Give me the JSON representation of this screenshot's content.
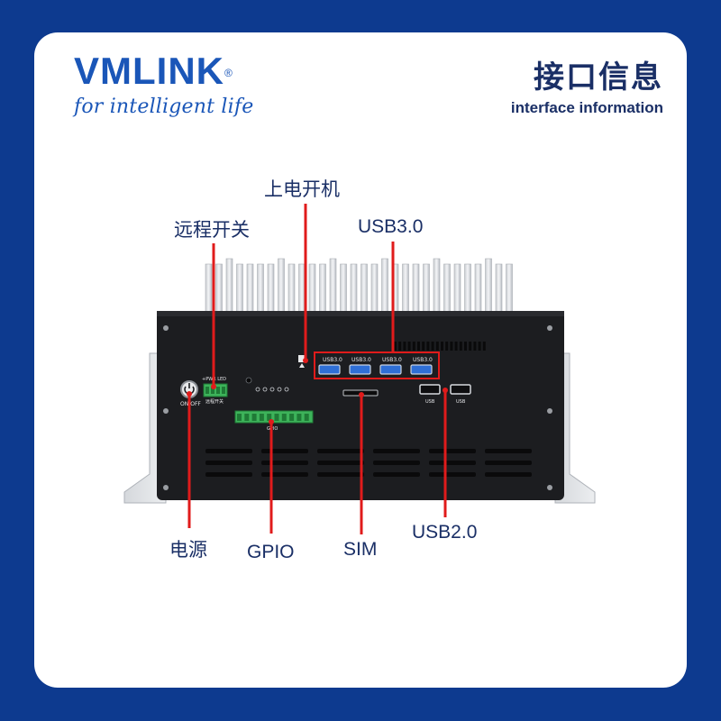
{
  "brand": {
    "name": "VMLINK",
    "trademark": "®",
    "slogan": "for intelligent life"
  },
  "header": {
    "title_cn": "接口信息",
    "title_en": "interface information"
  },
  "callouts": {
    "power_on": "上电开机",
    "remote_switch": "远程开关",
    "usb3": "USB3.0",
    "power": "电源",
    "gpio": "GPIO",
    "sim": "SIM",
    "usb2": "USB2.0"
  },
  "panel": {
    "usb3_port_labels": [
      "USB3.0",
      "USB3.0",
      "USB3.0",
      "USB3.0"
    ],
    "usb2_port_labels": [
      "USB",
      "USB"
    ],
    "power_button_label": "ON/OFF",
    "remote_terminal_label": "远程开关",
    "remote_terminal_top_label": "+PWR  LED",
    "gpio_label": "GPIO"
  },
  "colors": {
    "background": "#0d3a8f",
    "card": "#ffffff",
    "accent_red": "#e01b1b",
    "text_dark": "#1a2f66",
    "brand_blue": "#1a56b8",
    "terminal_green": "#3db35a"
  }
}
